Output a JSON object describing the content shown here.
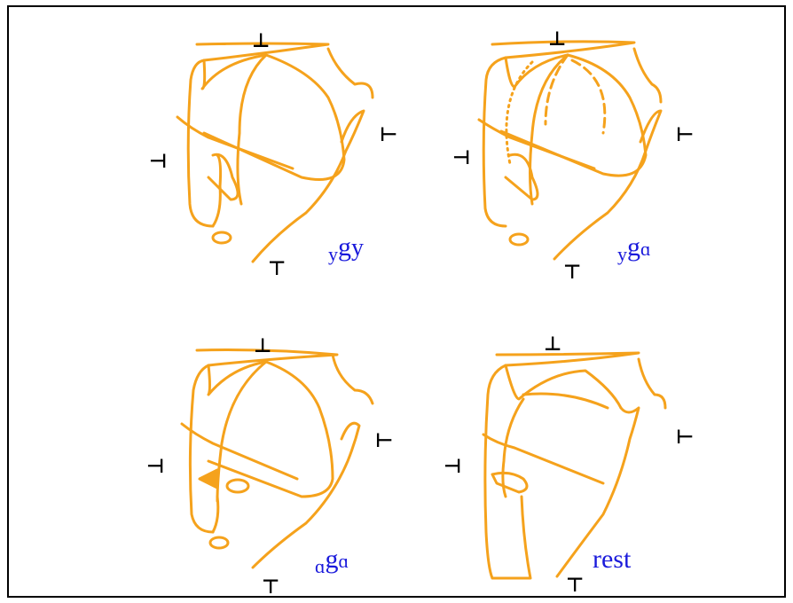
{
  "figure": {
    "stroke_color": "#F5A21C",
    "label_color": "#1A1ADB",
    "panels": [
      {
        "id": "yg-y",
        "pre": "y",
        "main": "g",
        "post": "y"
      },
      {
        "id": "yg-a",
        "pre": "y",
        "main": "g",
        "post": "ɑ"
      },
      {
        "id": "ag-a",
        "pre": "ɑ",
        "main": "g",
        "post": "ɑ"
      },
      {
        "id": "rest",
        "word": "rest"
      }
    ],
    "ticks": [
      "⊥",
      "⊣",
      "⊤",
      "⊢"
    ]
  }
}
